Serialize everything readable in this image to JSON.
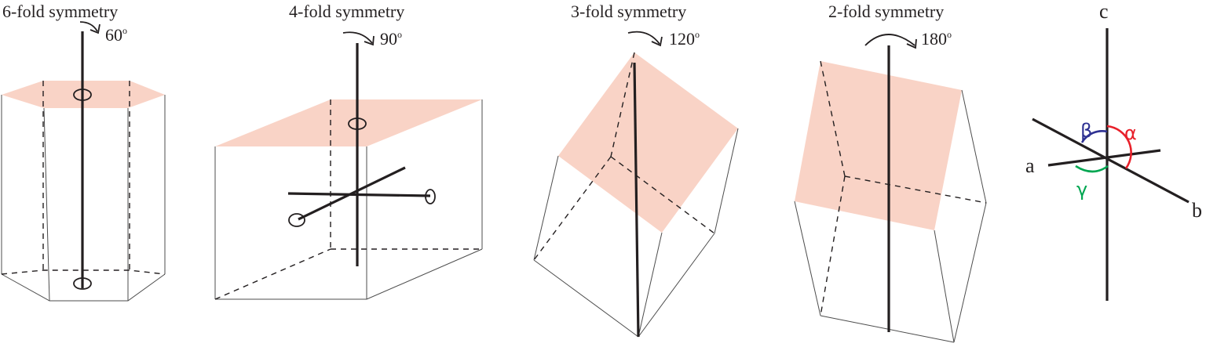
{
  "panels": [
    {
      "title": "6-fold symmetry",
      "angle": "60",
      "degree": "o"
    },
    {
      "title": "4-fold symmetry",
      "angle": "90",
      "degree": "o"
    },
    {
      "title": "3-fold symmetry",
      "angle": "120",
      "degree": "o"
    },
    {
      "title": "2-fold symmetry",
      "angle": "180",
      "degree": "o"
    }
  ],
  "axes": {
    "c": "c",
    "a": "a",
    "b": "b",
    "alpha": "α",
    "beta": "β",
    "gamma": "γ",
    "colors": {
      "alpha": "#e8202a",
      "beta": "#2e3192",
      "gamma": "#00a651"
    }
  },
  "face_color": "#f9d3c6"
}
